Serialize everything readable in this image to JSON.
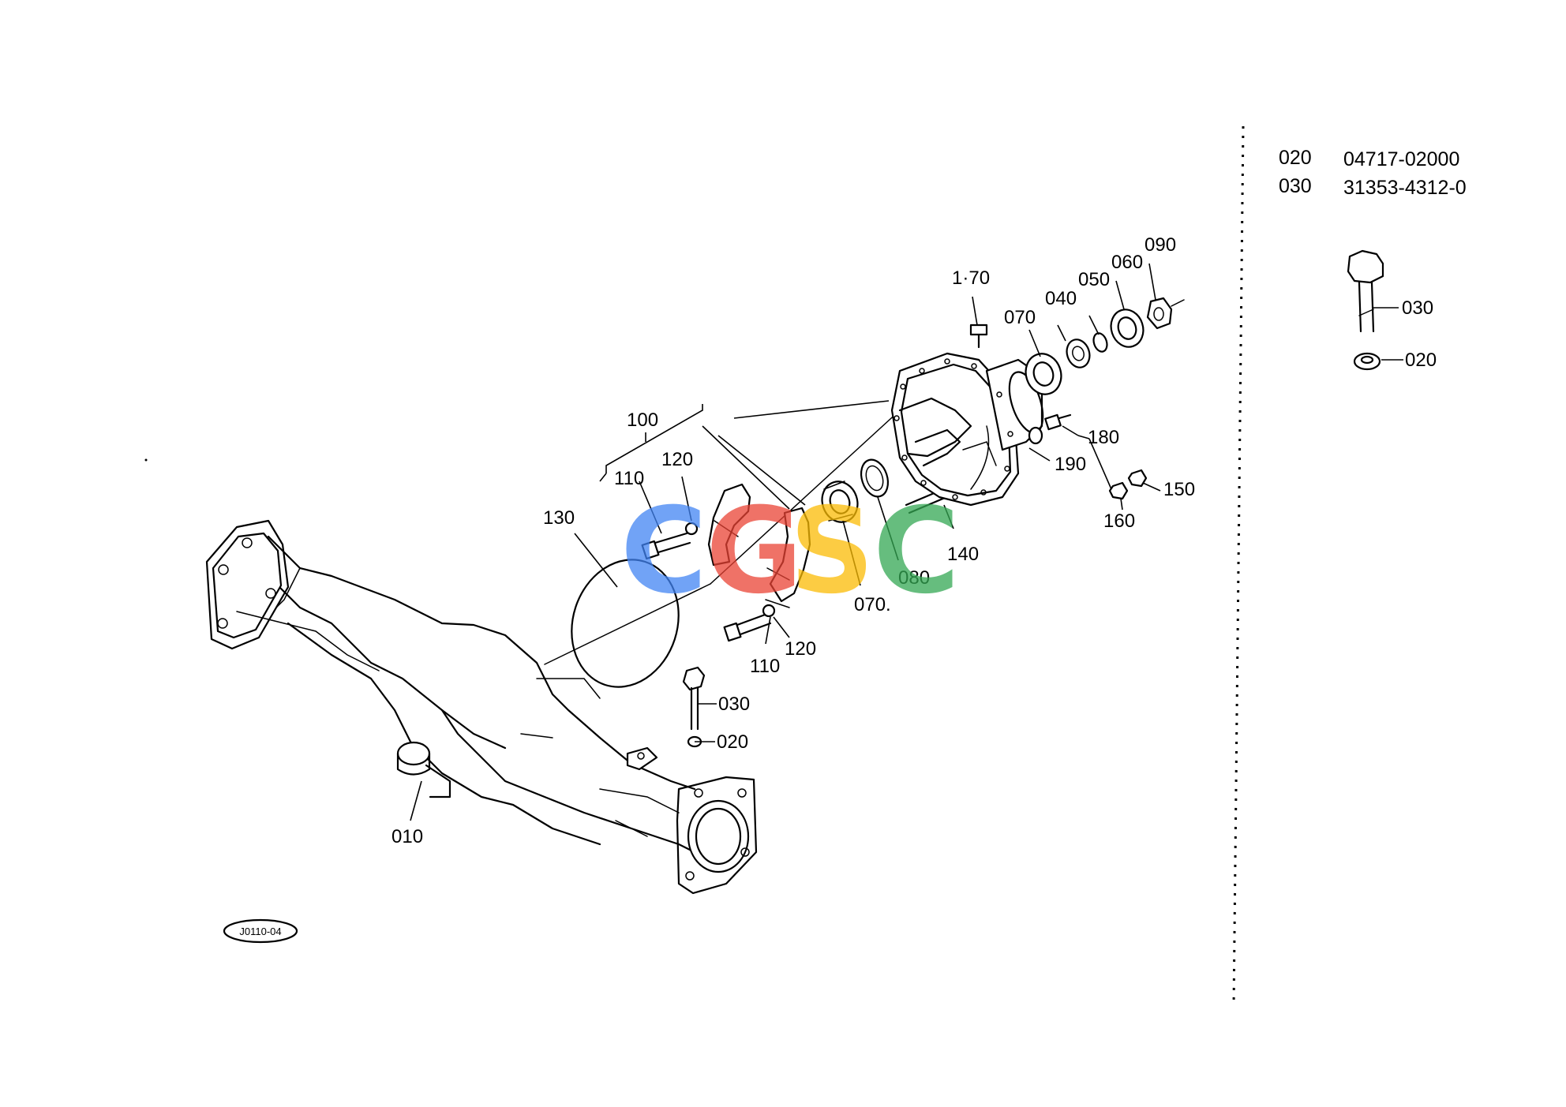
{
  "parts_table": [
    {
      "ref": "020",
      "part_no": "04717-02000"
    },
    {
      "ref": "030",
      "part_no": "31353-4312-0"
    }
  ],
  "callouts": {
    "c010": "010",
    "c020": "020",
    "c030": "030",
    "c040": "040",
    "c050": "050",
    "c060": "060",
    "c070a": "070",
    "c070b": "070.",
    "c080": "080",
    "c090": "090",
    "c100": "100",
    "c110a": "110",
    "c110b": "110",
    "c120a": "120",
    "c120b": "120",
    "c130": "130",
    "c140": "140",
    "c150": "150",
    "c160": "160",
    "c170": "1·70",
    "c180": "180",
    "c190": "190",
    "inset030": "030",
    "inset020": "020"
  },
  "diagram_code": "J0110-04",
  "watermark": {
    "letters": [
      "C",
      "G",
      "S",
      "C"
    ],
    "colors": [
      "#4285F4",
      "#EA4335",
      "#FBBC05",
      "#34A853"
    ]
  },
  "colors": {
    "line": "#000000",
    "background": "#ffffff"
  }
}
